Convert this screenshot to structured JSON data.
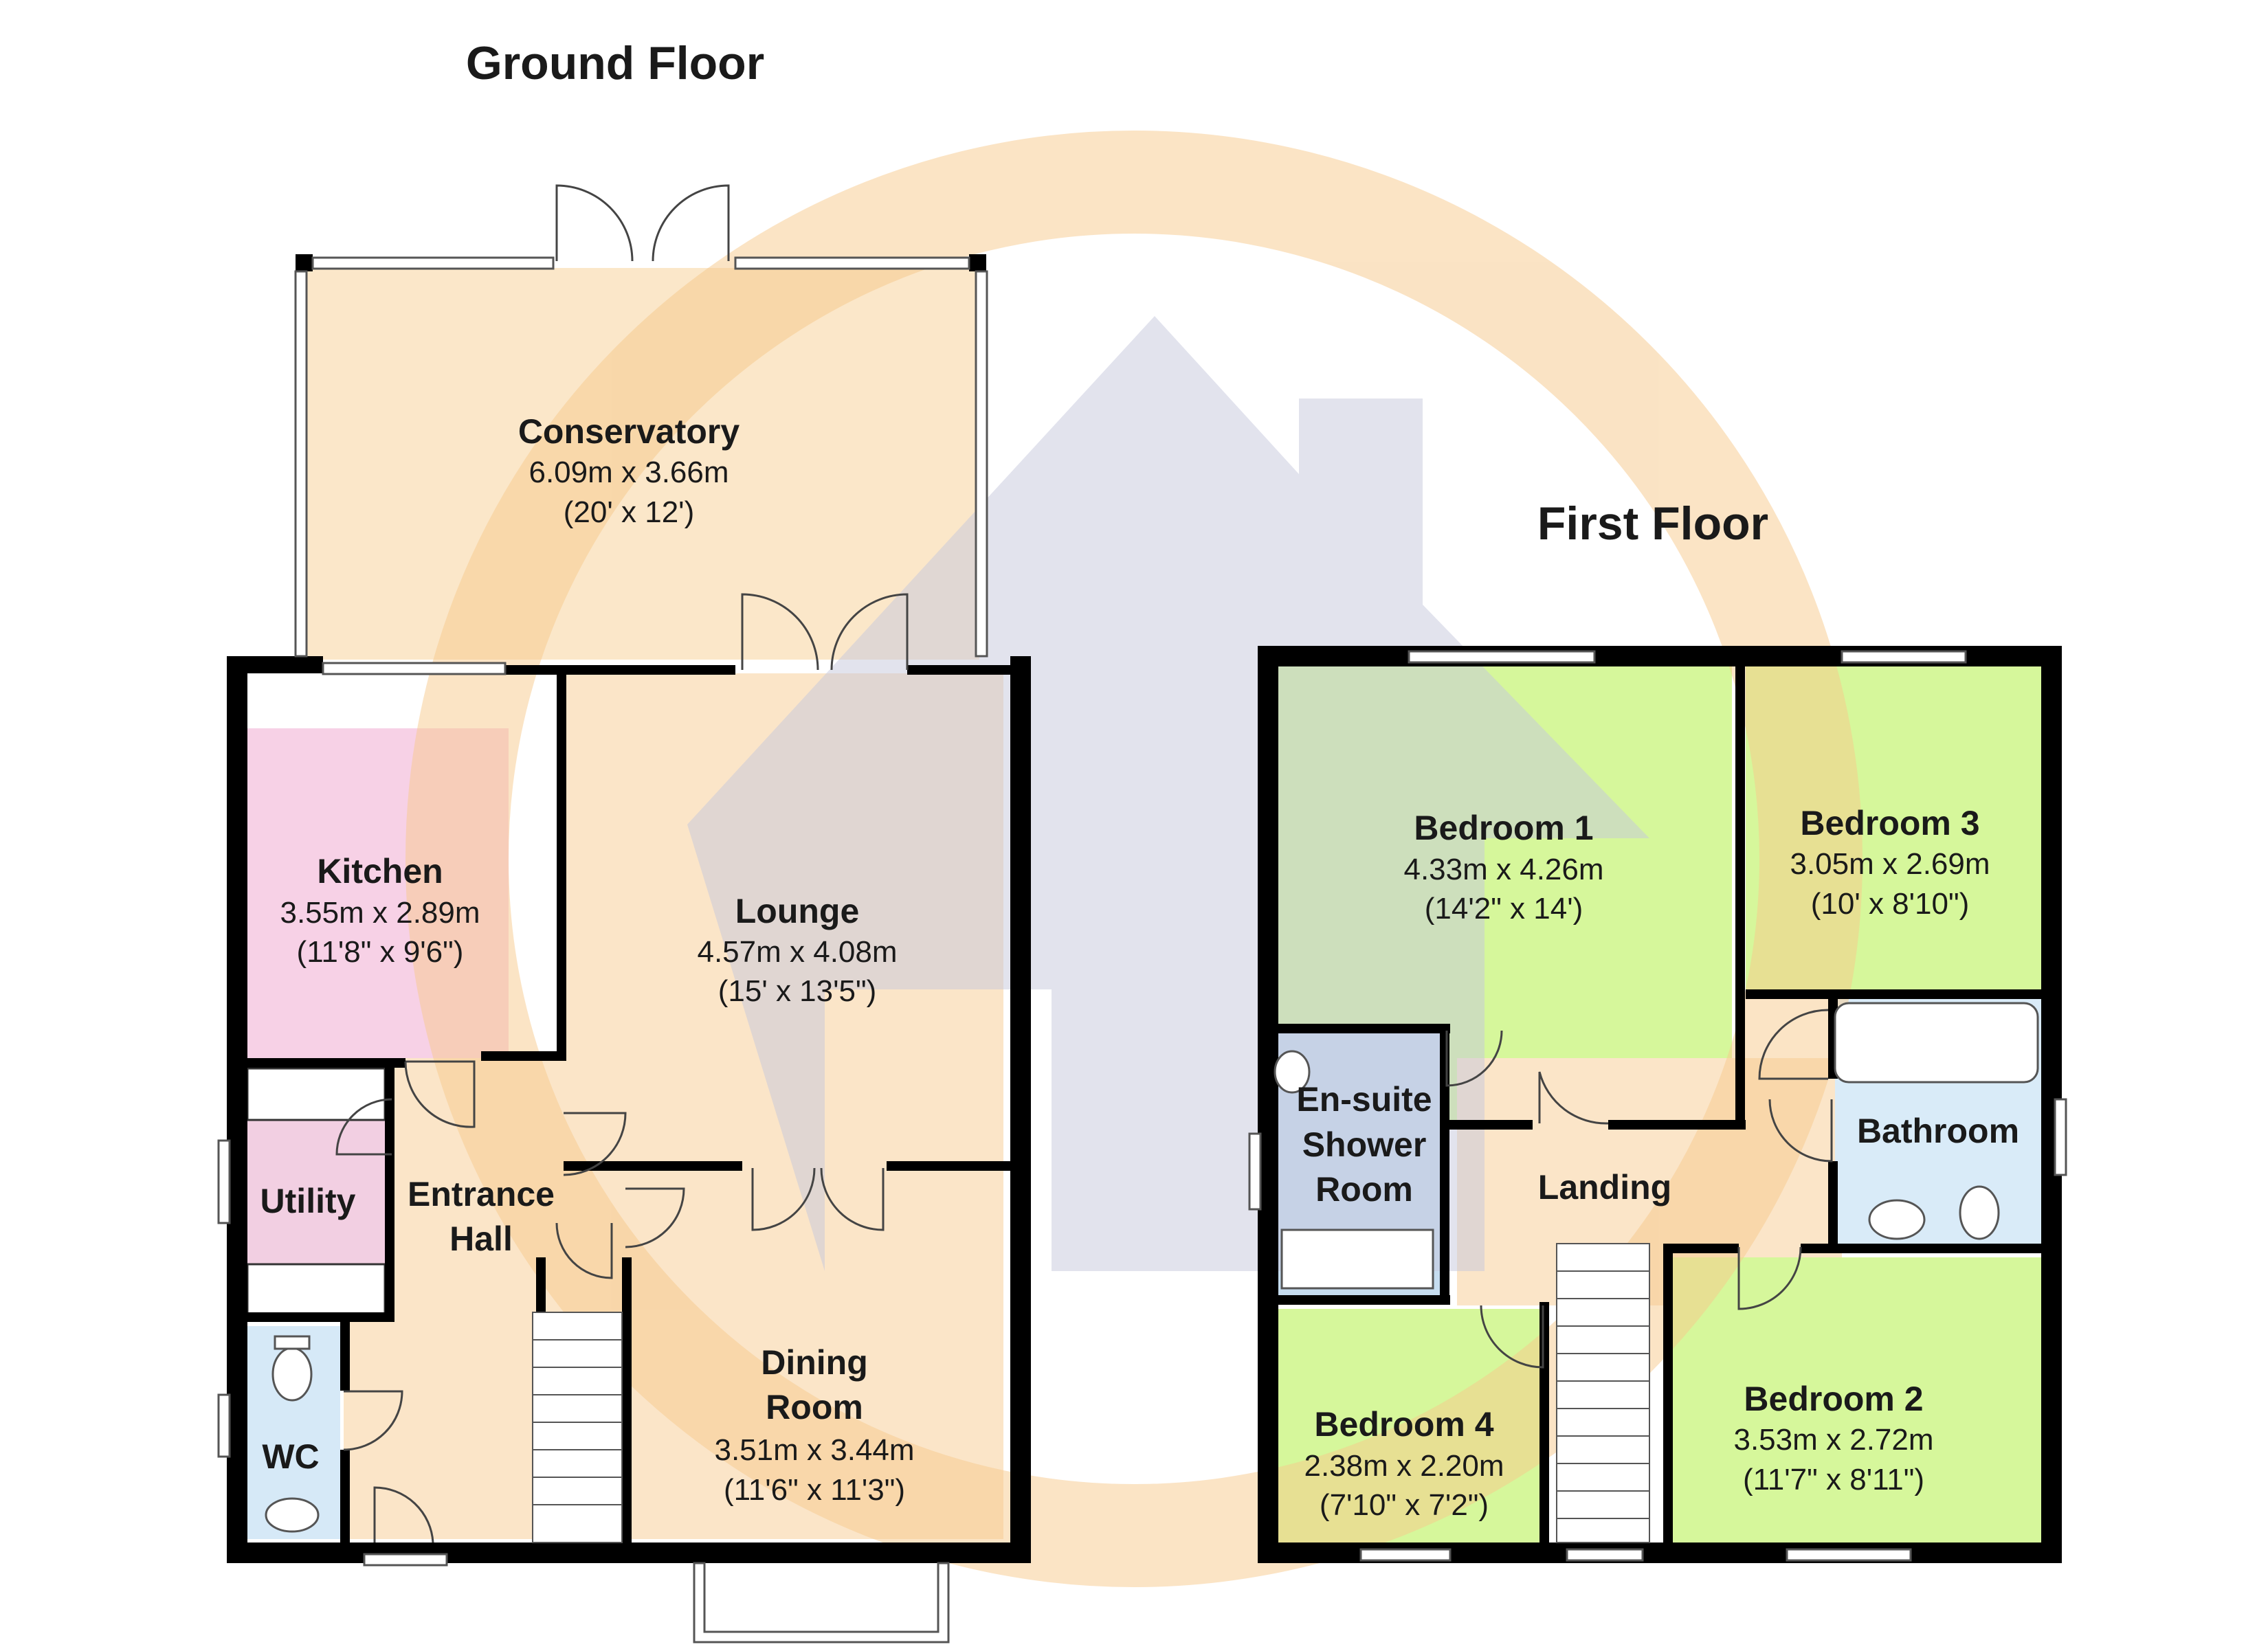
{
  "titles": {
    "ground": "Ground Floor",
    "first": "First Floor"
  },
  "colors": {
    "conservatory": "#fbe7c9",
    "living": "#fbe5c8",
    "kitchen": "#f7d1e6",
    "utility": "#f2cfe2",
    "wc": "#d6e9f7",
    "bedroom": "#d6f79b",
    "bathroom": "#d9ebf8",
    "ensuite": "#c6ddf0",
    "landing": "#fbe5c8",
    "wall": "#000000",
    "watermark_ring": "#f7c98b",
    "watermark_house": "#c6c8dd"
  },
  "rooms": {
    "conservatory": {
      "name": "Conservatory",
      "dim_m": "6.09m x 3.66m",
      "dim_ft": "(20' x 12')"
    },
    "kitchen": {
      "name": "Kitchen",
      "dim_m": "3.55m x 2.89m",
      "dim_ft": "(11'8\" x 9'6\")"
    },
    "lounge": {
      "name": "Lounge",
      "dim_m": "4.57m x 4.08m",
      "dim_ft": "(15' x 13'5\")"
    },
    "utility": {
      "name": "Utility"
    },
    "entrance_hall": {
      "name_line1": "Entrance",
      "name_line2": "Hall"
    },
    "dining": {
      "name_line1": "Dining",
      "name_line2": "Room",
      "dim_m": "3.51m x 3.44m",
      "dim_ft": "(11'6\" x 11'3\")"
    },
    "wc": {
      "name": "WC"
    },
    "bedroom1": {
      "name": "Bedroom 1",
      "dim_m": "4.33m x 4.26m",
      "dim_ft": "(14'2\" x 14')"
    },
    "bedroom3": {
      "name": "Bedroom 3",
      "dim_m": "3.05m x 2.69m",
      "dim_ft": "(10' x 8'10\")"
    },
    "ensuite": {
      "name_line1": "En-suite",
      "name_line2": "Shower",
      "name_line3": "Room"
    },
    "landing": {
      "name": "Landing"
    },
    "bathroom": {
      "name": "Bathroom"
    },
    "bedroom4": {
      "name": "Bedroom 4",
      "dim_m": "2.38m x 2.20m",
      "dim_ft": "(7'10\" x 7'2\")"
    },
    "bedroom2": {
      "name": "Bedroom 2",
      "dim_m": "3.53m x 2.72m",
      "dim_ft": "(11'7\" x 8'11\")"
    }
  }
}
